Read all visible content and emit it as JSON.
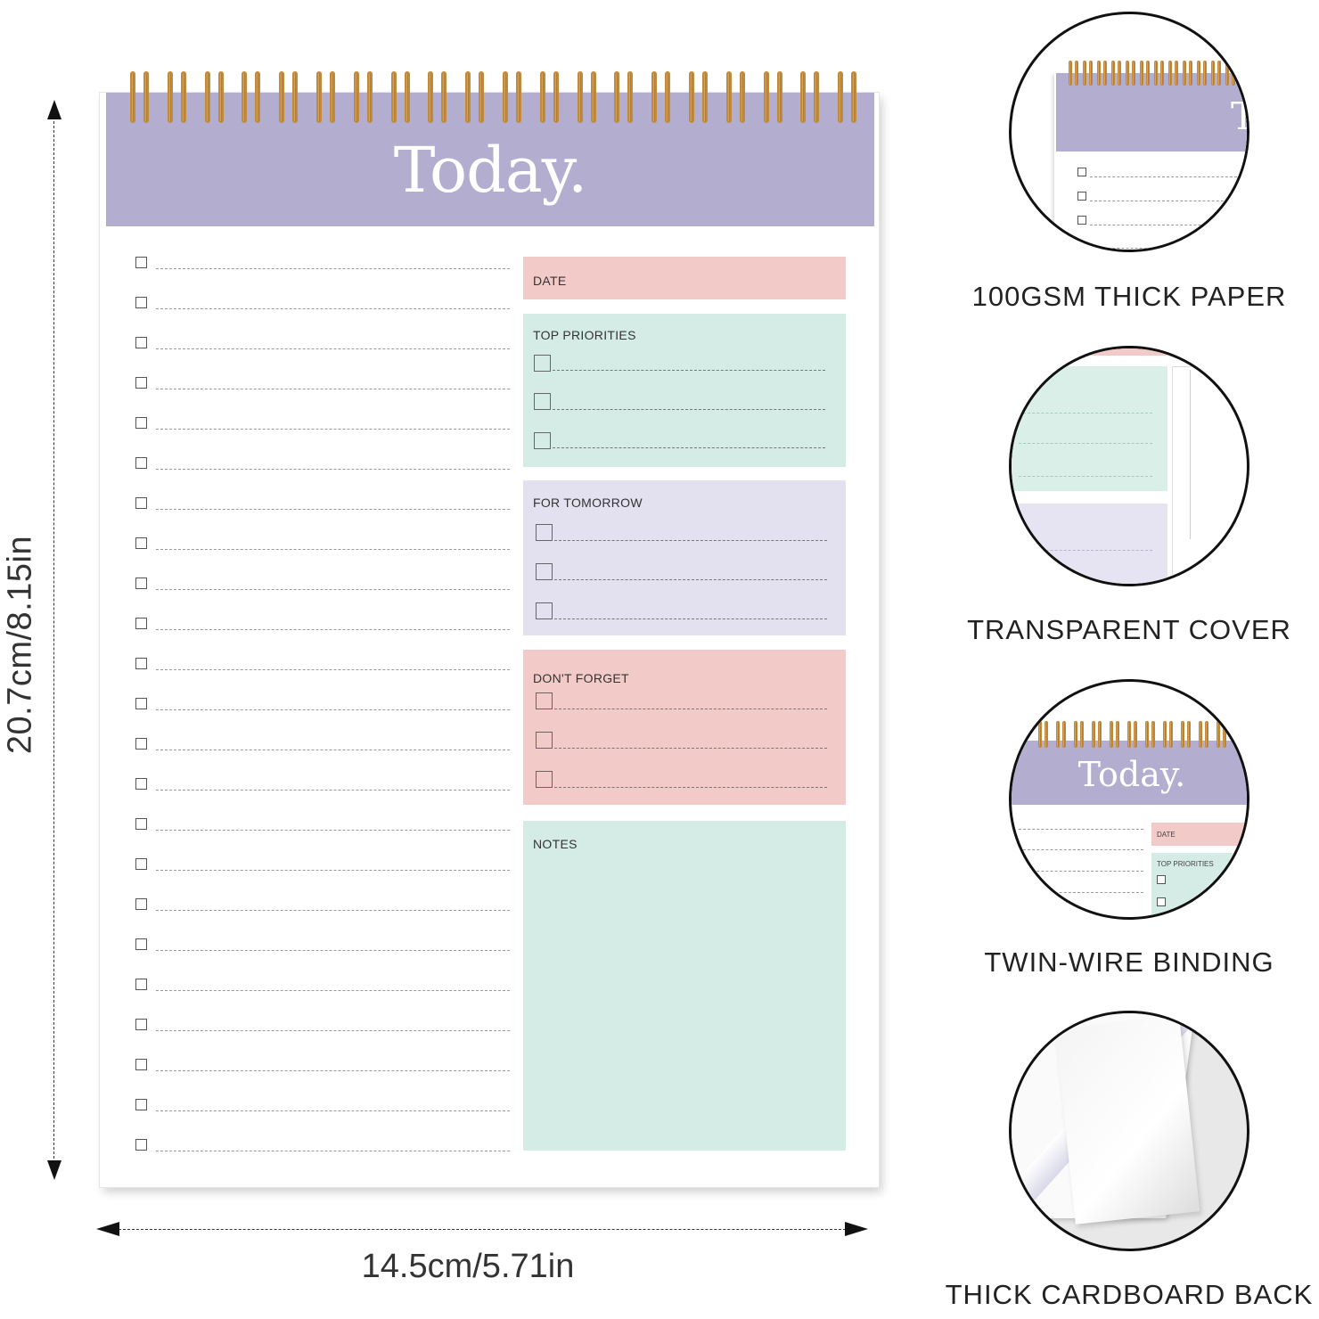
{
  "dimensions": {
    "height_label": "20.7cm/8.15in",
    "width_label": "14.5cm/5.71in"
  },
  "notepad": {
    "title": "Today.",
    "sections": {
      "date": "DATE",
      "top_priorities": "TOP PRIORITIES",
      "for_tomorrow": "FOR TOMORROW",
      "dont_forget": "DON'T FORGET",
      "notes": "NOTES"
    }
  },
  "features": [
    {
      "label": "100GSM THICK PAPER"
    },
    {
      "label": "TRANSPARENT COVER"
    },
    {
      "label": "TWIN-WIRE BINDING"
    },
    {
      "label": "THICK CARDBOARD BACK"
    }
  ],
  "thumb": {
    "title_fragment": "T",
    "title": "Today.",
    "date": "DATE",
    "top_priorities": "TOP PRIORITIES"
  },
  "colors": {
    "header_lavender": "#b3aed0",
    "date_pink": "#f2cbc8",
    "mint": "#d5ece6",
    "lavender_light": "#e3e0ef",
    "ring_gold": "#c28a3c"
  }
}
